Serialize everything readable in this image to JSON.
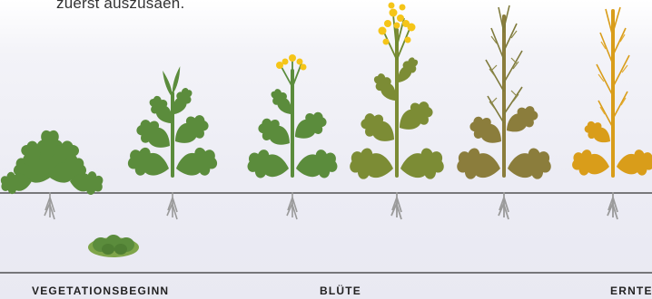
{
  "intro": {
    "text": "zuerst auszusäen."
  },
  "stages": {
    "start_label": "VEGETATIONSBEGINN",
    "bloom_label": "BLÜTE",
    "harvest_label": "ERNTE"
  },
  "colors": {
    "leaf_young": "#5b8c3c",
    "leaf_mid": "#7c8c35",
    "leaf_late": "#8b7d3c",
    "leaf_dry": "#d99d1a",
    "flower": "#f5c518",
    "root": "#9a9a9a",
    "ground_line": "#333333",
    "text": "#222222"
  },
  "plants": [
    {
      "stage": "rosette",
      "color": "#5b8c3c"
    },
    {
      "stage": "stem-elongation",
      "color": "#5b8c3c"
    },
    {
      "stage": "bud",
      "color": "#5b8c3c"
    },
    {
      "stage": "full-bloom",
      "color": "#7c8c35"
    },
    {
      "stage": "pod-ripening",
      "color": "#8b7d3c"
    },
    {
      "stage": "harvest",
      "color": "#d99d1a"
    }
  ]
}
